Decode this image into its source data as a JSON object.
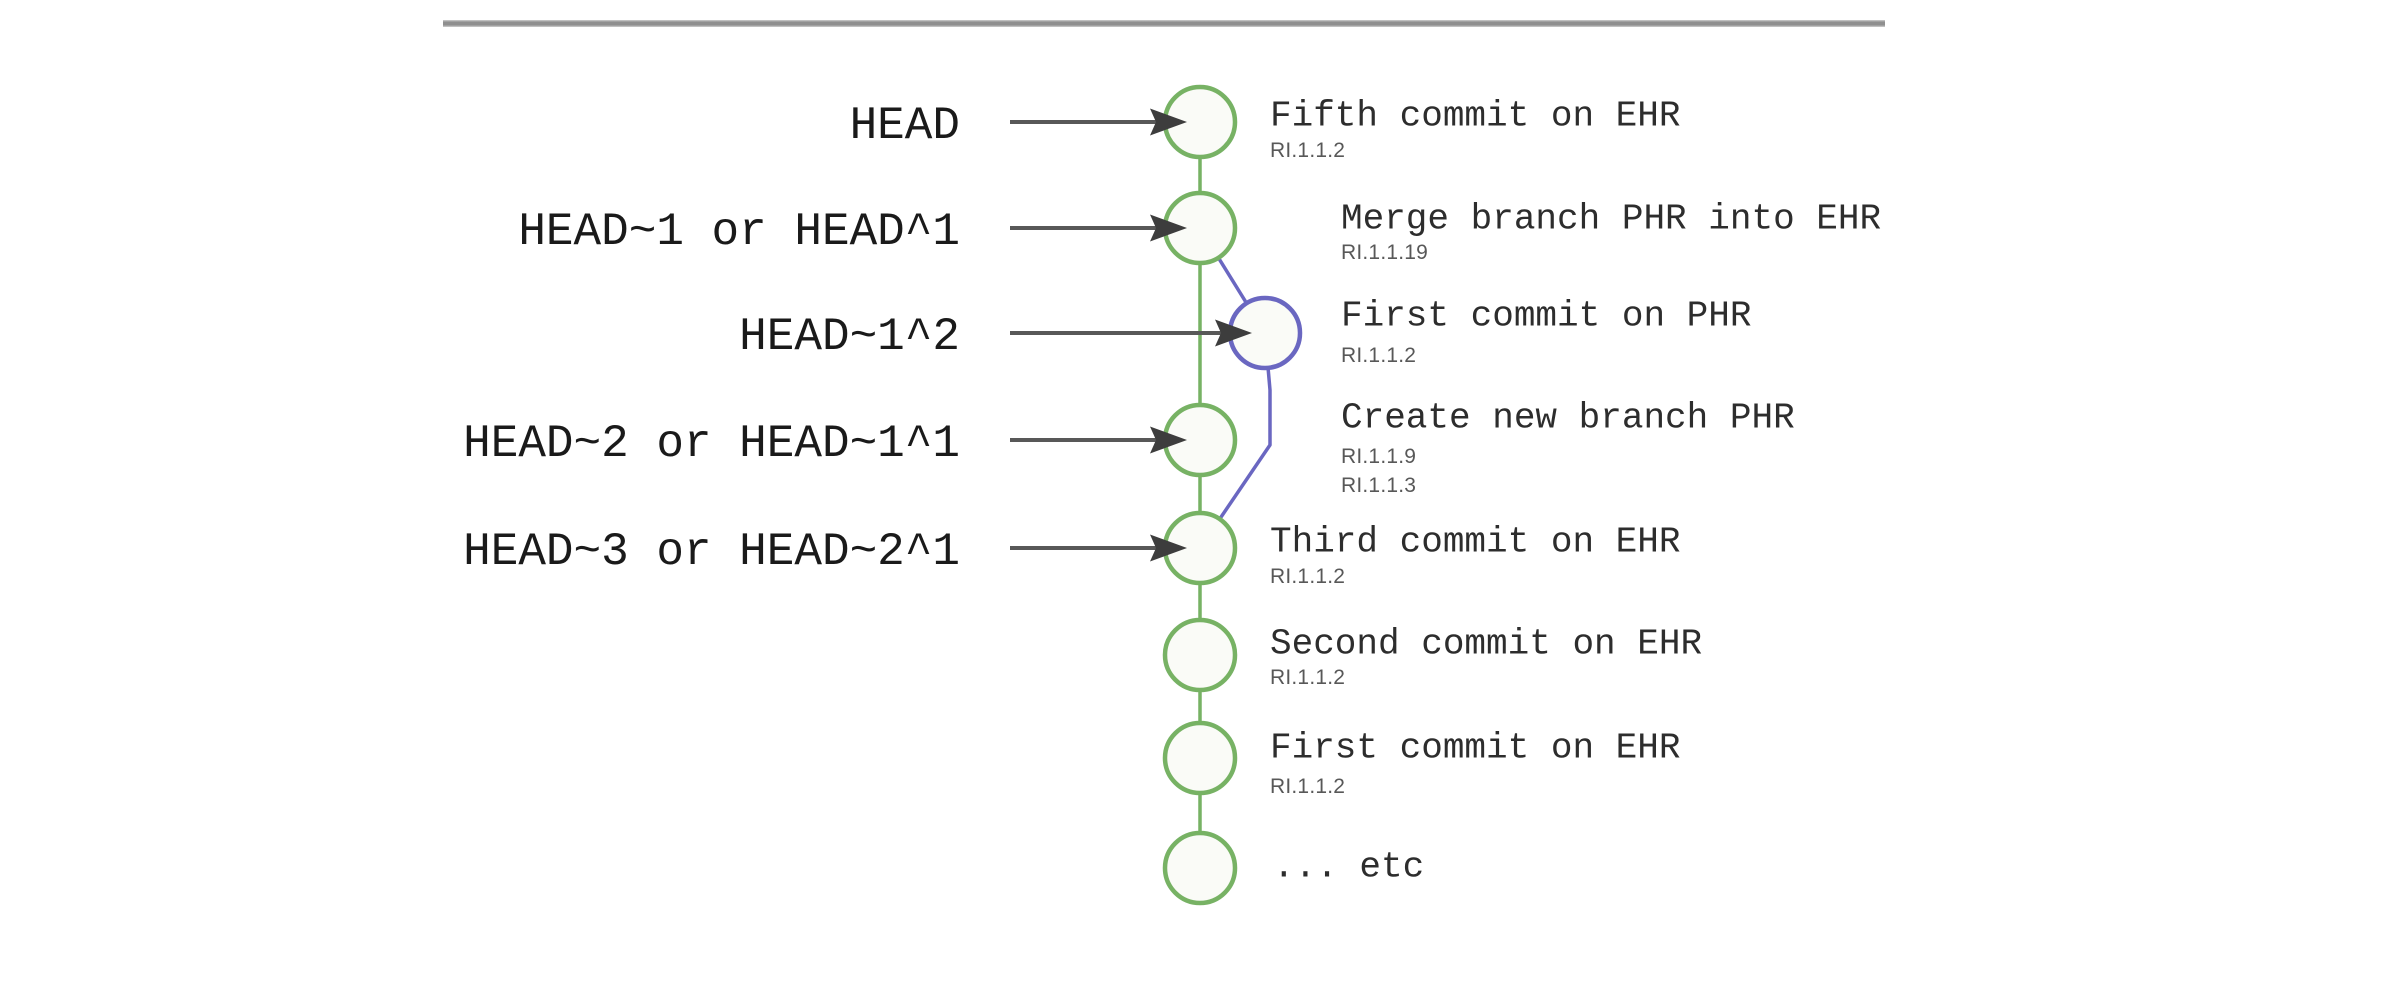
{
  "diagram": {
    "colors": {
      "ehr_branch": "#77B264",
      "phr_branch": "#6A67C1",
      "arrow_shaft": "#585858",
      "arrow_head": "#3D3D3D",
      "ref_text": "#1A1A1A",
      "title_text": "#2D2D2D",
      "id_text": "#585858",
      "node_fill": "#FAFBF7",
      "rule": "#8F8F8F"
    },
    "refs": [
      {
        "label": "HEAD"
      },
      {
        "label": "HEAD~1 or HEAD^1"
      },
      {
        "label": "HEAD~1^2"
      },
      {
        "label": "HEAD~2 or HEAD~1^1"
      },
      {
        "label": "HEAD~3 or HEAD~2^1"
      }
    ],
    "commits": [
      {
        "title": "Fifth commit on EHR",
        "branch": "EHR",
        "ids": [
          "RI.1.1.2"
        ]
      },
      {
        "title": "Merge branch PHR into EHR",
        "branch": "EHR",
        "ids": [
          "RI.1.1.19"
        ]
      },
      {
        "title": "First commit on PHR",
        "branch": "PHR",
        "ids": [
          "RI.1.1.2"
        ]
      },
      {
        "title": "Create new branch PHR",
        "branch": "EHR",
        "ids": [
          "RI.1.1.9",
          "RI.1.1.3"
        ]
      },
      {
        "title": "Third commit on EHR",
        "branch": "EHR",
        "ids": [
          "RI.1.1.2"
        ]
      },
      {
        "title": "Second commit on EHR",
        "branch": "EHR",
        "ids": [
          "RI.1.1.2"
        ]
      },
      {
        "title": "First commit on EHR",
        "branch": "EHR",
        "ids": [
          "RI.1.1.2"
        ]
      },
      {
        "title": "... etc",
        "branch": "EHR",
        "ids": []
      }
    ]
  }
}
